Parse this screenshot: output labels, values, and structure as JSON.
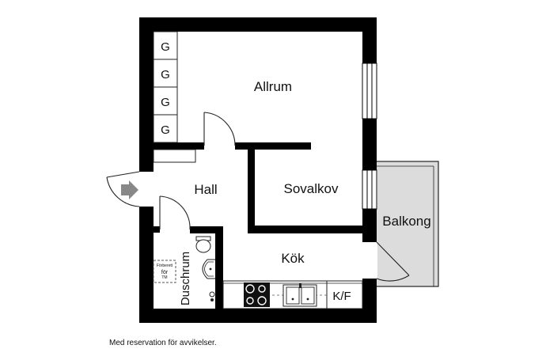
{
  "rooms": {
    "allrum": "Allrum",
    "hall": "Hall",
    "sovalkov": "Sovalkov",
    "kok": "Kök",
    "duschrum": "Duschrum",
    "balkong": "Balkong"
  },
  "fixtures": {
    "closet_label": "G",
    "kf_label": "K/F",
    "washer_prep_line1": "Förberett",
    "washer_prep_line2": "för",
    "washer_prep_line3": "TM"
  },
  "icons": {
    "entrance": "entrance-arrow-icon"
  },
  "disclaimer": "Med reservation för avvikelser."
}
